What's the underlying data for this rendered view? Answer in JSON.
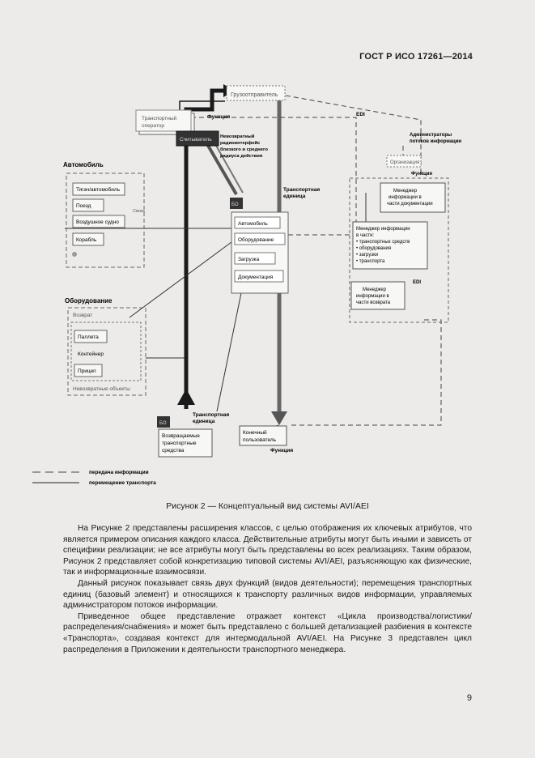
{
  "header": {
    "doc_id": "ГОСТ Р ИСО 17261—2014"
  },
  "figure": {
    "nodes": {
      "freight_owner": "Грузоотправитель",
      "transport_operator_1": "Транспортный",
      "transport_operator_2": "оператор",
      "function_top": "Функция",
      "edi_top": "EDI",
      "reader": "Считыватель",
      "reader_note_1": "Невозвратный",
      "reader_note_2": "радиоинтерфейс",
      "reader_note_3": "близкого и среднего",
      "reader_note_4": "радиуса действия",
      "car_title": "Автомобиль",
      "car_items": [
        "Тягач/автомобиль",
        "Поезд",
        "Воздушное судно",
        "Корабль"
      ],
      "car_side_label": "Связь",
      "transport_unit_title_1": "Транспортная",
      "transport_unit_title_2": "единица",
      "bo_top": "БО",
      "tu_items": [
        "Автомобиль",
        "Оборудование",
        "Загрузка",
        "Документация"
      ],
      "admin_1": "Администраторы",
      "admin_2": "потоков информации",
      "organization": "Организация",
      "function_right": "Функция",
      "doc_manager_1": "Менеджер",
      "doc_manager_2": "информации в",
      "doc_manager_3": "части документации",
      "info_manager_lines": [
        "Менеджер информации",
        "в части:",
        "• транспортных средств",
        "• оборудования",
        "• загрузки",
        "• транспорта"
      ],
      "edi_right": "EDI",
      "return_manager_1": "Менеджер",
      "return_manager_2": "информации в",
      "return_manager_3": "части возврата",
      "equip_title": "Оборудование",
      "returnable": "Возврат",
      "equip_items": [
        "Паллета",
        "Контейнер",
        "Прицеп"
      ],
      "nonreturnable": "Невозвратные объекты",
      "transport_unit2_1": "Транспортная",
      "transport_unit2_2": "единица",
      "bo_bottom": "БО",
      "returnable_means_1": "Возвращаемые",
      "returnable_means_2": "транспортные",
      "returnable_means_3": "средства",
      "end_user_1": "Конечный",
      "end_user_2": "пользователь",
      "function_bottom": "Функция",
      "legend_dashed": "передача информации",
      "legend_solid": "перемещение транспорта"
    }
  },
  "caption": "Рисунок 2 — Концептуальный вид системы AVI/AEI",
  "paragraphs": [
    "На Рисунке 2 представлены расширения классов, с целью отображения их ключевых атрибутов, что является примером описания каждого класса. Действительные атрибуты могут быть иными и зависеть от специфики реализации; не все атрибуты могут быть представлены во всех реализациях. Таким образом, Рисунок 2 представляет собой конкретизацию типовой системы AVI/AEI, разъясняющую как физические, так и информационные взаимосвязи.",
    "Данный рисунок показывает связь двух функций (видов деятельности); перемещения транспортных единиц (базовый элемент) и относящихся к транспорту различных видов информации, управляемых администратором потоков информации.",
    "Приведенное общее представление отражает контекст «Цикла производства/логистики/распределения/снабжения» и может быть представлено с большей детализацией разбиения в контексте «Транспорта», создавая контекст для интермодальной AVI/AEI. На Рисунке 3 представлен цикл распределения в Приложении к деятельности транспортного менеджера."
  ],
  "page_number": "9"
}
